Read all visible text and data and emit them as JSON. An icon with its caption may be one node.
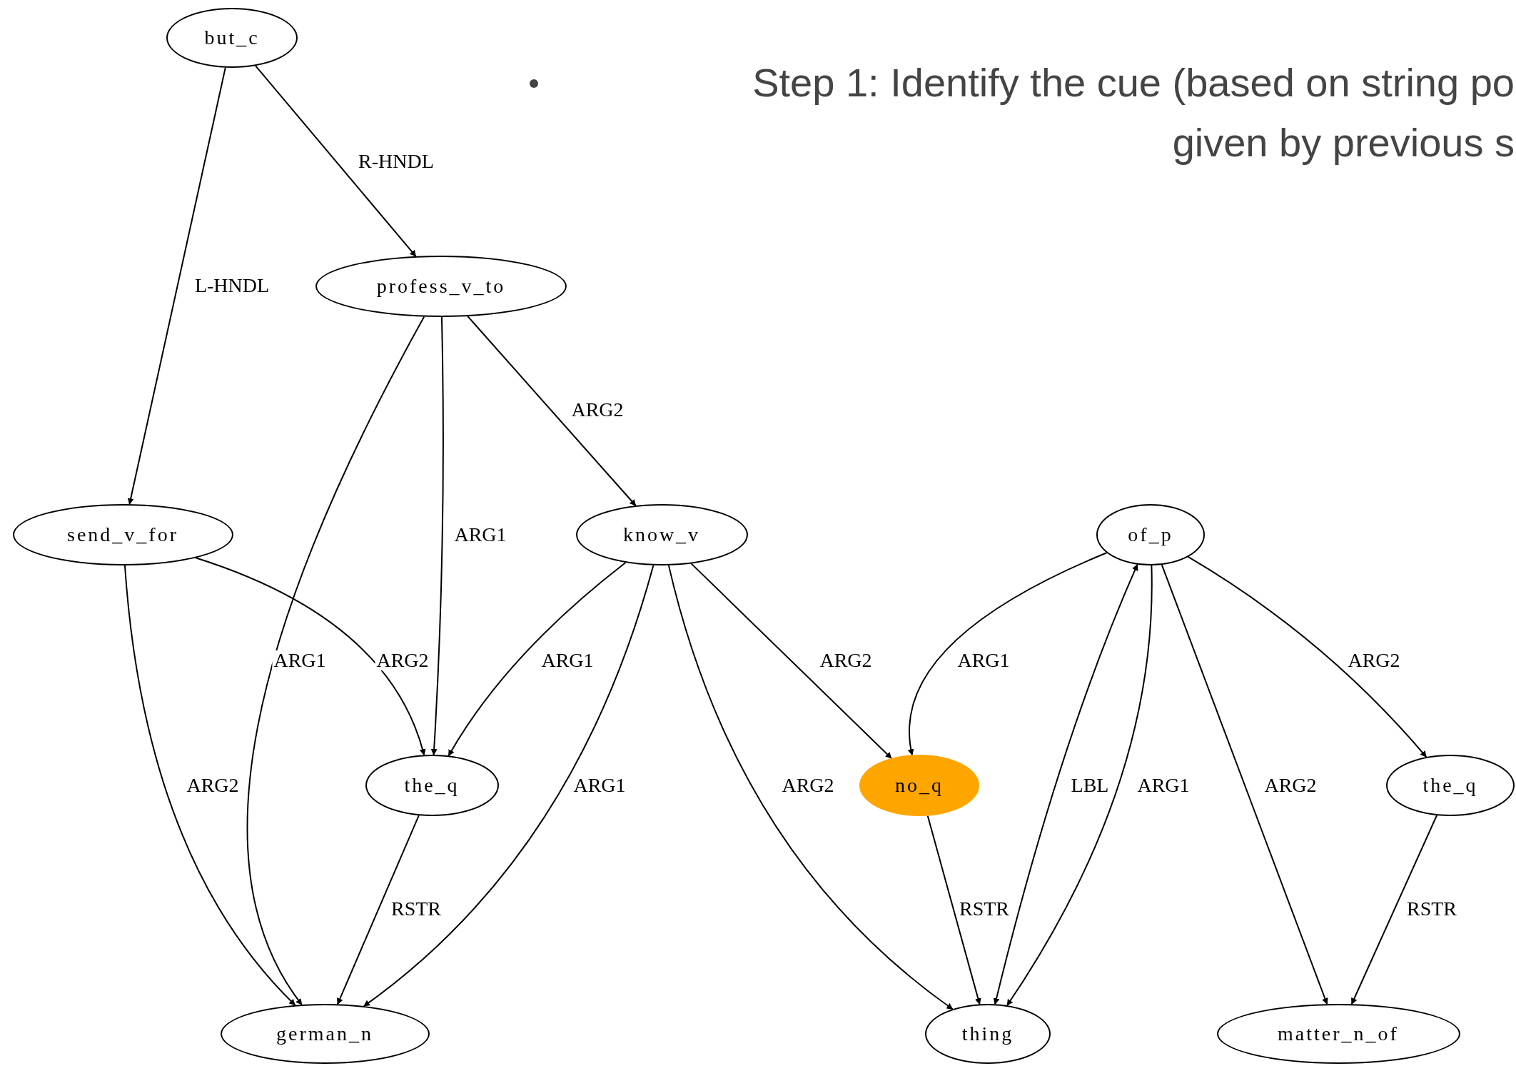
{
  "diagram": {
    "nodes": [
      {
        "text": [
          "but_c"
        ]
      },
      {
        "text": [
          "profess_v_to"
        ]
      },
      {
        "text": [
          "send_v_for"
        ]
      },
      {
        "text": [
          "know_v"
        ]
      },
      {
        "text": [
          "of_p"
        ]
      },
      {
        "text": [
          "the_q"
        ]
      },
      {
        "text": [
          "no_q"
        ]
      },
      {
        "text": [
          "the_q"
        ]
      },
      {
        "text": [
          "german_n"
        ]
      },
      {
        "text": [
          "thing"
        ]
      },
      {
        "text": [
          "matter_n_of"
        ]
      }
    ],
    "edges": [
      {
        "from": 0,
        "to": 1,
        "arrow": "to",
        "label": "R-HNDL"
      },
      {
        "from": 0,
        "to": 2,
        "arrow": "to",
        "label": "L-HNDL"
      },
      {
        "from": 1,
        "to": 8,
        "arrow": "to",
        "label": "ARG1"
      },
      {
        "from": 1,
        "to": 5,
        "arrow": "to",
        "label": "ARG1"
      },
      {
        "from": 1,
        "to": 3,
        "arrow": "to",
        "label": "ARG2"
      },
      {
        "from": 2,
        "to": 8,
        "arrow": "to",
        "label": "ARG2"
      },
      {
        "from": 2,
        "to": 5,
        "arrow": "to",
        "label": "ARG2"
      },
      {
        "from": 3,
        "to": 5,
        "arrow": "to",
        "label": "ARG1"
      },
      {
        "from": 3,
        "to": 8,
        "arrow": "to",
        "label": "ARG1"
      },
      {
        "from": 3,
        "to": 9,
        "arrow": "to",
        "label": "ARG2"
      },
      {
        "from": 3,
        "to": 6,
        "arrow": "to",
        "label": "ARG2"
      },
      {
        "from": 4,
        "to": 6,
        "arrow": "to",
        "label": "ARG1"
      },
      {
        "from": 9,
        "to": 4,
        "arrow": "both",
        "label": "LBL"
      },
      {
        "from": 4,
        "to": 9,
        "arrow": "to",
        "label": "ARG1"
      },
      {
        "from": 4,
        "to": 10,
        "arrow": "to",
        "label": "ARG2"
      },
      {
        "from": 4,
        "to": 7,
        "arrow": "to",
        "label": "ARG2"
      },
      {
        "from": 5,
        "to": 8,
        "arrow": "to",
        "label": "RSTR"
      },
      {
        "from": 6,
        "to": 9,
        "arrow": "to",
        "label": "RSTR"
      },
      {
        "from": 7,
        "to": 10,
        "arrow": "to",
        "label": "RSTR"
      }
    ],
    "labels": [
      "Step 1: Identify the cue (based on string po",
      "given by previous s"
    ]
  }
}
